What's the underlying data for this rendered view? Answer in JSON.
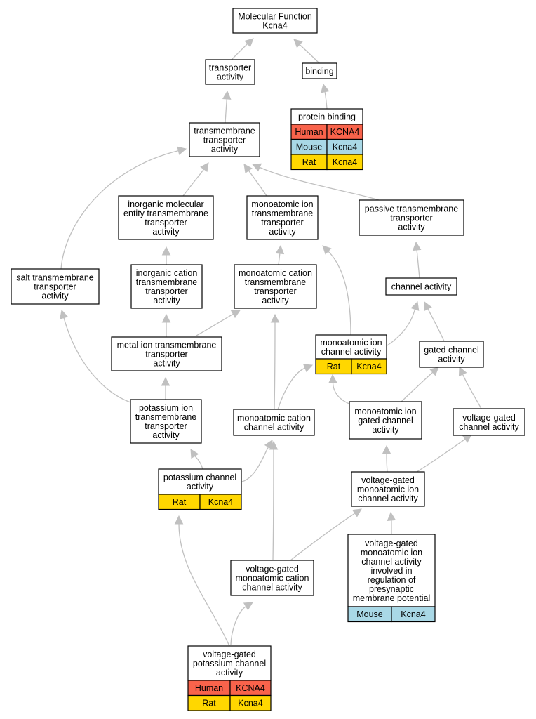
{
  "colors": {
    "Human": "#f9634b",
    "Mouse": "#a9d8e6",
    "Rat": "#ffd700",
    "edge": "#c0c0c0"
  },
  "nodes": [
    {
      "id": "mf",
      "lines": [
        "Molecular Function",
        "Kcna4"
      ],
      "annotations": []
    },
    {
      "id": "tra",
      "lines": [
        "transporter",
        "activity"
      ],
      "annotations": []
    },
    {
      "id": "bind",
      "lines": [
        "binding"
      ],
      "annotations": []
    },
    {
      "id": "pb",
      "lines": [
        "protein binding"
      ],
      "annotations": [
        {
          "species": "Human",
          "gene": "KCNA4"
        },
        {
          "species": "Mouse",
          "gene": "Kcna4"
        },
        {
          "species": "Rat",
          "gene": "Kcna4"
        }
      ]
    },
    {
      "id": "tmt",
      "lines": [
        "transmembrane",
        "transporter",
        "activity"
      ],
      "annotations": []
    },
    {
      "id": "imt",
      "lines": [
        "inorganic molecular",
        "entity transmembrane",
        "transporter",
        "activity"
      ],
      "annotations": []
    },
    {
      "id": "mit",
      "lines": [
        "monoatomic ion",
        "transmembrane",
        "transporter",
        "activity"
      ],
      "annotations": []
    },
    {
      "id": "ptt",
      "lines": [
        "passive transmembrane",
        "transporter",
        "activity"
      ],
      "annotations": []
    },
    {
      "id": "stt",
      "lines": [
        "salt transmembrane",
        "transporter",
        "activity"
      ],
      "annotations": []
    },
    {
      "id": "ict",
      "lines": [
        "inorganic cation",
        "transmembrane",
        "transporter",
        "activity"
      ],
      "annotations": []
    },
    {
      "id": "mct",
      "lines": [
        "monoatomic cation",
        "transmembrane",
        "transporter",
        "activity"
      ],
      "annotations": []
    },
    {
      "id": "ca",
      "lines": [
        "channel activity"
      ],
      "annotations": []
    },
    {
      "id": "mett",
      "lines": [
        "metal ion transmembrane",
        "transporter",
        "activity"
      ],
      "annotations": []
    },
    {
      "id": "mica",
      "lines": [
        "monoatomic ion",
        "channel activity"
      ],
      "annotations": [
        {
          "species": "Rat",
          "gene": "Kcna4"
        }
      ]
    },
    {
      "id": "gca",
      "lines": [
        "gated channel",
        "activity"
      ],
      "annotations": []
    },
    {
      "id": "pit",
      "lines": [
        "potassium ion",
        "transmembrane",
        "transporter",
        "activity"
      ],
      "annotations": []
    },
    {
      "id": "mcca",
      "lines": [
        "monoatomic cation",
        "channel activity"
      ],
      "annotations": []
    },
    {
      "id": "migc",
      "lines": [
        "monoatomic ion",
        "gated channel",
        "activity"
      ],
      "annotations": []
    },
    {
      "id": "vgca",
      "lines": [
        "voltage-gated",
        "channel activity"
      ],
      "annotations": []
    },
    {
      "id": "kca",
      "lines": [
        "potassium channel",
        "activity"
      ],
      "annotations": [
        {
          "species": "Rat",
          "gene": "Kcna4"
        }
      ]
    },
    {
      "id": "vgmi",
      "lines": [
        "voltage-gated",
        "monoatomic ion",
        "channel activity"
      ],
      "annotations": []
    },
    {
      "id": "vgpr",
      "lines": [
        "voltage-gated",
        "monoatomic ion",
        "channel activity",
        "involved in",
        "regulation of",
        "presynaptic",
        "membrane potential"
      ],
      "annotations": [
        {
          "species": "Mouse",
          "gene": "Kcna4"
        }
      ]
    },
    {
      "id": "vgmc",
      "lines": [
        "voltage-gated",
        "monoatomic cation",
        "channel activity"
      ],
      "annotations": []
    },
    {
      "id": "vgkc",
      "lines": [
        "voltage-gated",
        "potassium channel",
        "activity"
      ],
      "annotations": [
        {
          "species": "Human",
          "gene": "KCNA4"
        },
        {
          "species": "Rat",
          "gene": "Kcna4"
        }
      ]
    }
  ],
  "edges": [
    {
      "from": "tra",
      "to": "mf"
    },
    {
      "from": "bind",
      "to": "mf"
    },
    {
      "from": "pb",
      "to": "bind"
    },
    {
      "from": "tmt",
      "to": "tra"
    },
    {
      "from": "imt",
      "to": "tmt"
    },
    {
      "from": "mit",
      "to": "tmt"
    },
    {
      "from": "ptt",
      "to": "tmt"
    },
    {
      "from": "stt",
      "to": "tmt"
    },
    {
      "from": "ict",
      "to": "imt"
    },
    {
      "from": "mct",
      "to": "mit"
    },
    {
      "from": "mica",
      "to": "mit"
    },
    {
      "from": "ca",
      "to": "ptt"
    },
    {
      "from": "mica",
      "to": "ca"
    },
    {
      "from": "gca",
      "to": "ca"
    },
    {
      "from": "mett",
      "to": "ict"
    },
    {
      "from": "mett",
      "to": "mct"
    },
    {
      "from": "pit",
      "to": "stt"
    },
    {
      "from": "pit",
      "to": "mett"
    },
    {
      "from": "mcca",
      "to": "mct"
    },
    {
      "from": "mcca",
      "to": "mica"
    },
    {
      "from": "migc",
      "to": "mica"
    },
    {
      "from": "migc",
      "to": "gca"
    },
    {
      "from": "vgca",
      "to": "gca"
    },
    {
      "from": "kca",
      "to": "pit"
    },
    {
      "from": "kca",
      "to": "mcca"
    },
    {
      "from": "vgmi",
      "to": "migc"
    },
    {
      "from": "vgmi",
      "to": "vgca"
    },
    {
      "from": "vgpr",
      "to": "vgmi"
    },
    {
      "from": "vgmc",
      "to": "mcca"
    },
    {
      "from": "vgmc",
      "to": "vgmi"
    },
    {
      "from": "vgkc",
      "to": "kca"
    },
    {
      "from": "vgkc",
      "to": "vgmc"
    }
  ]
}
